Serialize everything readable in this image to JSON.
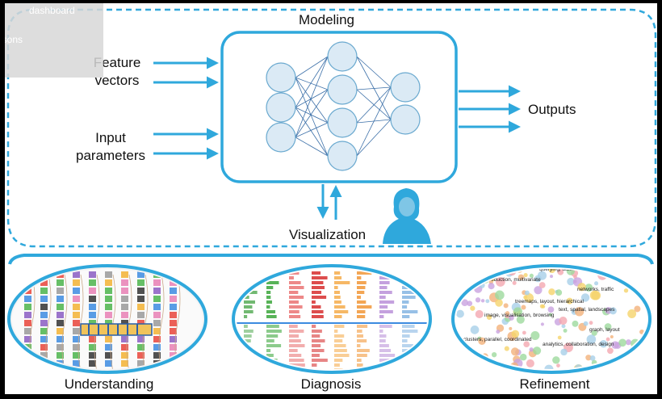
{
  "modeling_label": "Modeling",
  "inputs": {
    "feature_vectors": "Feature\nvectors",
    "input_parameters": "Input\nparameters"
  },
  "outputs_label": "Outputs",
  "visualization_label": "Visualization",
  "stages": [
    {
      "label": "Understanding"
    },
    {
      "label": "Diagnosis"
    },
    {
      "label": "Refinement"
    }
  ],
  "overlay_text": {
    "line1": "dashboard",
    "line2": "isons"
  },
  "refinement_tags": [
    "querying, database",
    "clusters, reduction, multivariate",
    "networks, traffic",
    "treemaps, layout, hierarchical",
    "text, spatial, landscapes",
    "image, visualisation, browsing",
    "graph, layout",
    "clusters, parallel, coordinated",
    "analytics, collaboration, design"
  ],
  "colors": {
    "accent": "#2fa8dc",
    "node_fill": "#dbeaf5",
    "node_stroke": "#6aa9cf"
  }
}
